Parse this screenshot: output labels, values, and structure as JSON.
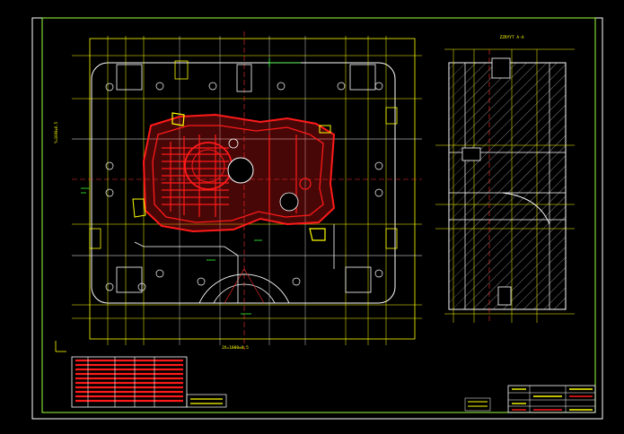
{
  "colors": {
    "background": "#000000",
    "frame": "#ffffff",
    "border": "#9aff3c",
    "geometry": "#ffffff",
    "dimension": "#ffff00",
    "centerline": "#ff3030",
    "hatch": "#ffffff",
    "part": "#ff1a1a",
    "annotation": "#33ff33",
    "accent": "#00ffff"
  },
  "drawing": {
    "section_label": "ZZRYYT A-A",
    "bottom_dim": "2X=1000±0.5",
    "left_dim": "Y=1000±0.5"
  }
}
